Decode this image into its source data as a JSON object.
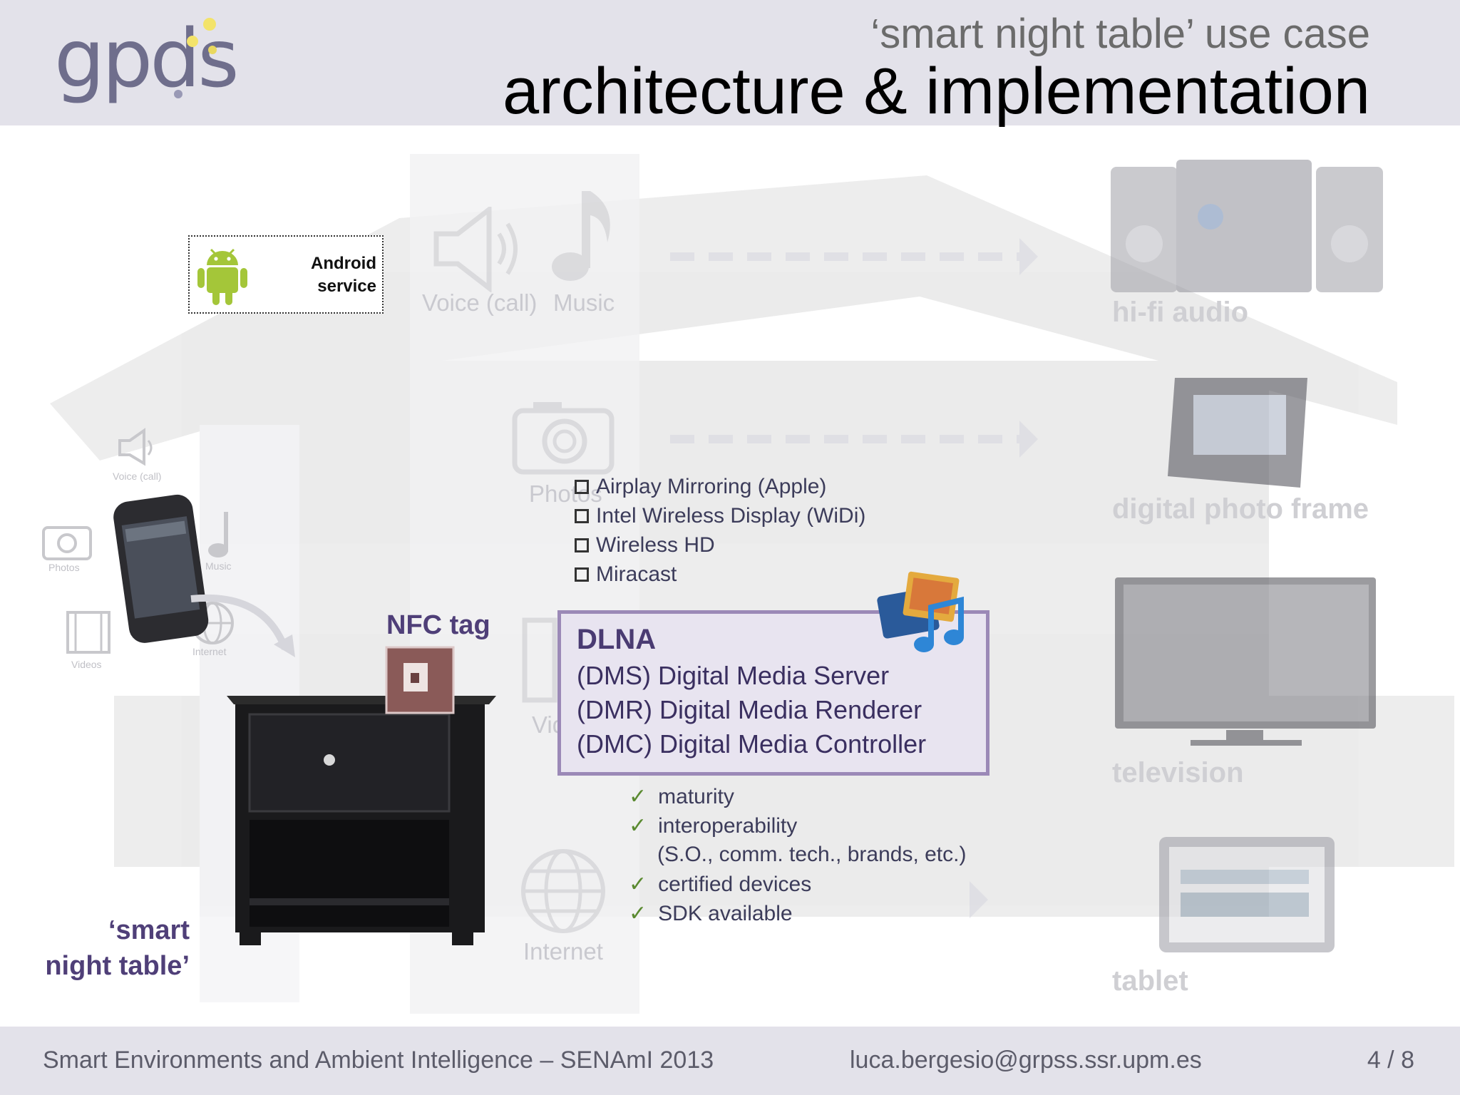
{
  "header": {
    "logo": "gpds",
    "subtitle": "‘smart night table’ use case",
    "title": "architecture & implementation"
  },
  "android": {
    "label": "Android\nservice"
  },
  "background_labels": {
    "voice_call": "Voice (call)",
    "music": "Music",
    "photos": "Photos",
    "videos": "Videos",
    "internet": "Internet",
    "phone_voice": "Voice (call)",
    "phone_photos": "Photos",
    "phone_music": "Music",
    "phone_videos": "Videos",
    "phone_internet": "Internet"
  },
  "devices": {
    "hifi": "hi-fi audio",
    "frame": "digital photo frame",
    "tv": "television",
    "tablet": "tablet"
  },
  "mirroring_options": [
    "Airplay Mirroring (Apple)",
    "Intel Wireless Display (WiDi)",
    "Wireless HD",
    "Miracast"
  ],
  "dlna": {
    "title": "DLNA",
    "lines": [
      "(DMS) Digital Media Server",
      "(DMR) Digital Media Renderer",
      "(DMC) Digital Media Controller"
    ]
  },
  "advantages": [
    "maturity",
    "interoperability",
    "(S.O., comm. tech., brands, etc.)",
    "certified devices",
    "SDK available"
  ],
  "nfc_tag": "NFC tag",
  "smart_table": {
    "line1": "‘smart",
    "line2": "night table’"
  },
  "footer": {
    "event": "Smart Environments and Ambient Intelligence – SENAmI 2013",
    "email": "luca.bergesio@grpss.ssr.upm.es",
    "page": "4 / 8"
  },
  "colors": {
    "header_bg": "#e3e2ea",
    "dlna_border": "#9b89b7",
    "dlna_fill": "#e8e4f0",
    "accent_purple": "#4f3f78",
    "check_green": "#5a8a30",
    "android_green": "#a4c639"
  }
}
